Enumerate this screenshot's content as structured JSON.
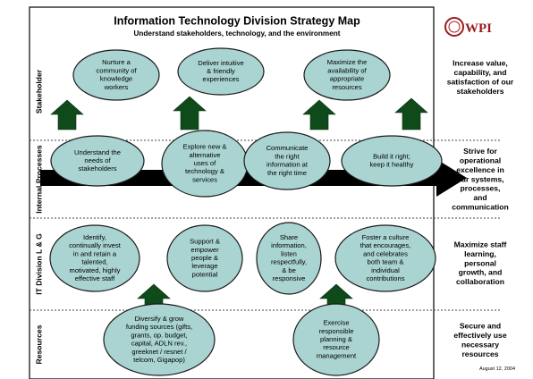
{
  "title": "Information Technology Division Strategy Map",
  "subtitle": "Understand stakeholders, technology, and the environment",
  "logo": {
    "text": "WPI",
    "color": "#9b1c1c"
  },
  "date": "August 12, 2004",
  "rows": [
    {
      "key": "stakeholder",
      "label": [
        "Stakeholder"
      ],
      "objective": [
        "Increase value,",
        "capability, and",
        "satisfaction of our",
        "stakeholders"
      ]
    },
    {
      "key": "internal",
      "label": [
        "Internal Processes"
      ],
      "objective": [
        "Strive for",
        "operational",
        "excellence in",
        "our systems,",
        "processes,",
        "and",
        "communication"
      ]
    },
    {
      "key": "learning",
      "label": [
        "IT Division L & G"
      ],
      "objective": [
        "Maximize staff",
        "learning,",
        "personal",
        "growth, and",
        "collaboration"
      ]
    },
    {
      "key": "resources",
      "label": [
        "Resources"
      ],
      "objective": [
        "Secure and",
        "effectively use",
        "necessary",
        "resources"
      ]
    }
  ],
  "goals": [
    {
      "row": "stakeholder",
      "lines": [
        "Nurture a",
        "community of",
        "knowledge",
        "workers"
      ]
    },
    {
      "row": "stakeholder",
      "lines": [
        "Deliver intuitive",
        "& friendly",
        "experiences"
      ]
    },
    {
      "row": "stakeholder",
      "lines": [
        "Maximize the",
        "availability of",
        "appropriate",
        "resources"
      ]
    },
    {
      "row": "internal",
      "lines": [
        "Understand the",
        "needs of",
        "stakeholders"
      ]
    },
    {
      "row": "internal",
      "lines": [
        "Explore new &",
        "alternative",
        "uses of",
        "technology &",
        "services"
      ]
    },
    {
      "row": "internal",
      "lines": [
        "Communicate",
        "the right",
        "information at",
        "the right time"
      ]
    },
    {
      "row": "internal",
      "lines": [
        "Build it right;",
        "keep it healthy"
      ]
    },
    {
      "row": "learning",
      "lines": [
        "Identify,",
        "continually invest",
        "in and retain a",
        "talented,",
        "motivated, highly",
        "effective staff"
      ]
    },
    {
      "row": "learning",
      "lines": [
        "Support &",
        "empower",
        "people &",
        "leverage",
        "potential"
      ]
    },
    {
      "row": "learning",
      "lines": [
        "Share",
        "information,",
        "listen",
        "respectfully,",
        "& be",
        "responsive"
      ]
    },
    {
      "row": "learning",
      "lines": [
        "Foster a culture",
        "that encourages,",
        "and celebrates",
        "both team &",
        "individual",
        "contributions"
      ]
    },
    {
      "row": "resources",
      "lines": [
        "Diversify & grow",
        "funding sources (gifts,",
        "grants, op. budget,",
        "capital, ADLN rev.,",
        "greeknet / resnet /",
        "telcom, Gigapop)"
      ]
    },
    {
      "row": "resources",
      "lines": [
        "Exercise",
        "responsible",
        "planning &",
        "resource",
        "management"
      ]
    }
  ],
  "colors": {
    "goal_fill": "#a9d4d2",
    "arrow_fill": "#0f4a1a",
    "process_arrow": "#000000"
  }
}
